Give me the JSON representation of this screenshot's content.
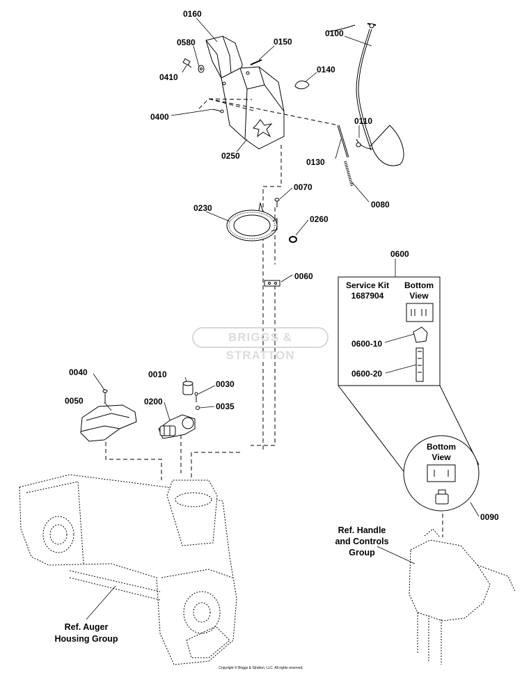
{
  "parts": {
    "p0160": "0160",
    "p0150": "0150",
    "p0580": "0580",
    "p0410": "0410",
    "p0140": "0140",
    "p0100": "0100",
    "p0400": "0400",
    "p0110": "0110",
    "p0250": "0250",
    "p0130": "0130",
    "p0070": "0070",
    "p0080": "0080",
    "p0230": "0230",
    "p0260": "0260",
    "p0060": "0060",
    "p0600": "0600",
    "p0600_10": "0600-10",
    "p0600_20": "0600-20",
    "p0040": "0040",
    "p0010": "0010",
    "p0030": "0030",
    "p0050": "0050",
    "p0200": "0200",
    "p0035": "0035",
    "p0090": "0090"
  },
  "service_kit": {
    "line1": "Service Kit",
    "line2": "1687904",
    "bottom_view_1": "Bottom",
    "bottom_view_2": "View"
  },
  "detail_circle": {
    "bottom_view_1": "Bottom",
    "bottom_view_2": "View"
  },
  "refs": {
    "handle_1": "Ref. Handle",
    "handle_2": "and Controls",
    "handle_3": "Group",
    "auger_1": "Ref. Auger",
    "auger_2": "Housing Group"
  },
  "watermark": "BRIGGS & STRATTON",
  "copyright": "Copyright © Briggs & Stratton, LLC. All rights reserved."
}
